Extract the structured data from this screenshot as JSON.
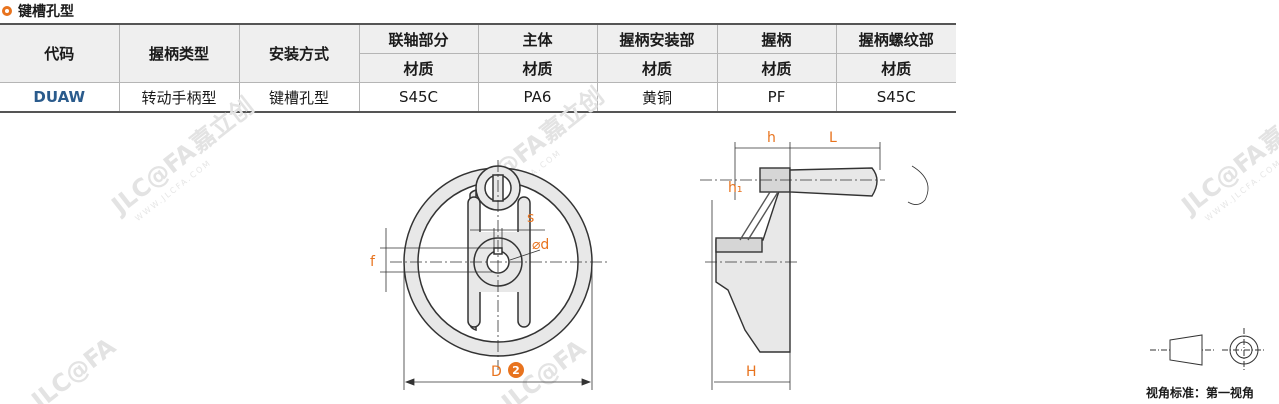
{
  "section_title": "键槽孔型",
  "table": {
    "col_code": "代码",
    "col_handle_type": "握柄类型",
    "col_install": "安装方式",
    "col_shaft_part": "联轴部分",
    "col_body": "主体",
    "col_handle_mount": "握柄安装部",
    "col_handle": "握柄",
    "col_handle_thread": "握柄螺纹部",
    "sub_material": "材质",
    "row": {
      "code": "DUAW",
      "handle_type": "转动手柄型",
      "install": "键槽孔型",
      "shaft_part": "S45C",
      "body": "PA6",
      "handle_mount": "黄铜",
      "handle": "PF",
      "handle_thread": "S45C"
    }
  },
  "dims": {
    "s": "s",
    "d": "⌀d",
    "f": "f",
    "D": "D",
    "D_badge": "2",
    "h": "h",
    "L": "L",
    "h1": "h₁",
    "H": "H"
  },
  "watermark": {
    "brand": "JLC@FA",
    "cn": "嘉立创",
    "site": "WWW.JLCFA.COM"
  },
  "view_standard": "视角标准：第一视角",
  "colors": {
    "accent": "#e8731e",
    "code": "#2a5b8c"
  }
}
